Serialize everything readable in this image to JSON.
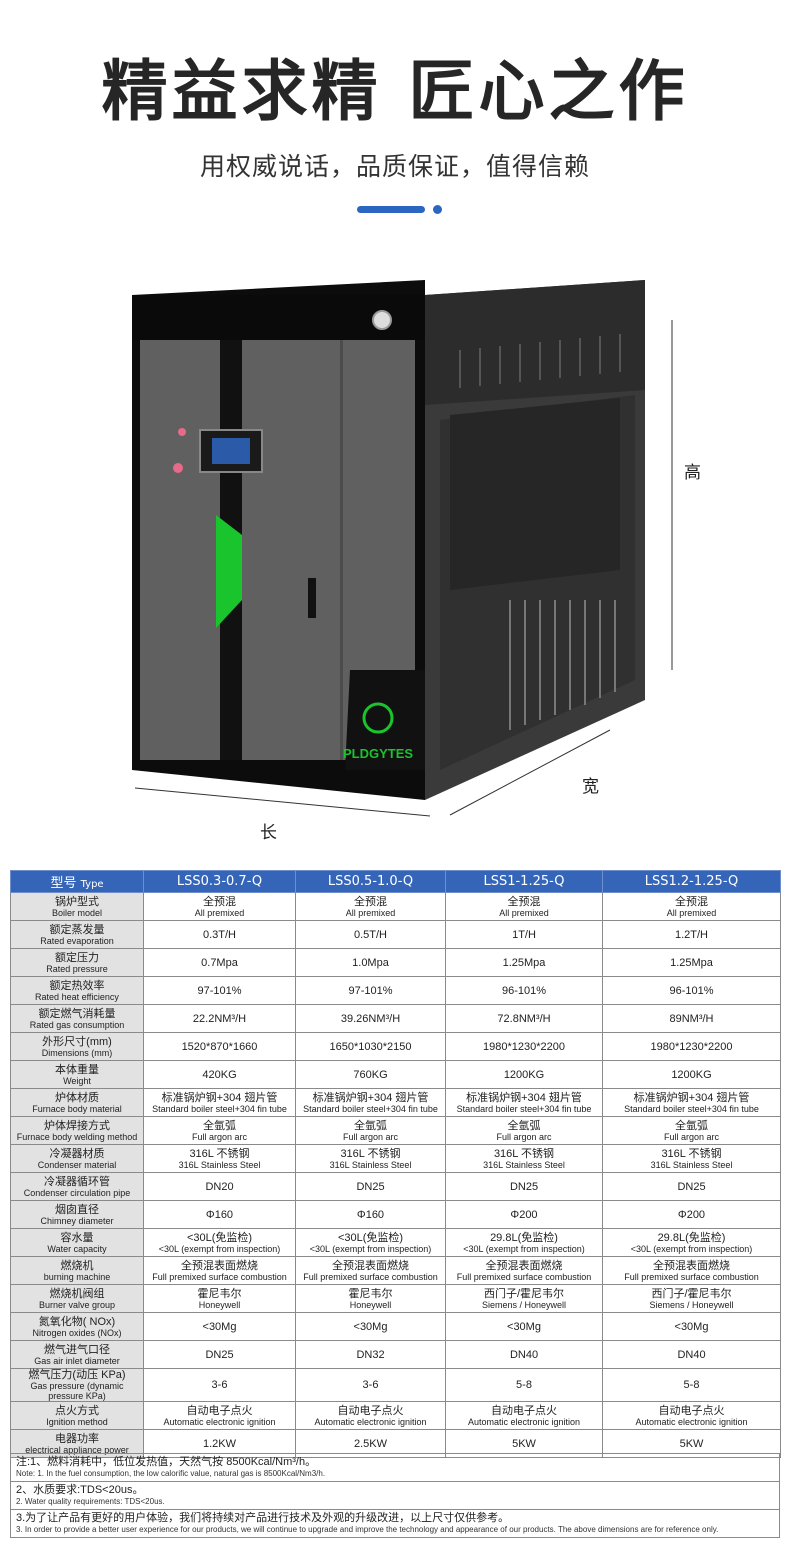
{
  "hero": {
    "title": "精益求精 匠心之作",
    "subtitle": "用权威说话，品质保证，值得信赖"
  },
  "product": {
    "brand": "PLDGYTES",
    "dim_height": "高",
    "dim_width": "宽",
    "dim_length": "长",
    "colors": {
      "body": "#5f5f5f",
      "frame": "#0c0c0c",
      "accent": "#19c42c",
      "side": "#3c3c3c"
    }
  },
  "table": {
    "header": {
      "label_zh": "型号",
      "label_en": "Type",
      "models": [
        "LSS0.3-0.7-Q",
        "LSS0.5-1.0-Q",
        "LSS1-1.25-Q",
        "LSS1.2-1.25-Q"
      ]
    },
    "rows": [
      {
        "zh": "锅炉型式",
        "en": "Boiler model",
        "cells": [
          [
            "全预混",
            "All premixed"
          ],
          [
            "全预混",
            "All premixed"
          ],
          [
            "全预混",
            "All premixed"
          ],
          [
            "全预混",
            "All premixed"
          ]
        ]
      },
      {
        "zh": "额定蒸发量",
        "en": "Rated evaporation",
        "cells": [
          [
            "0.3T/H",
            ""
          ],
          [
            "0.5T/H",
            ""
          ],
          [
            "1T/H",
            ""
          ],
          [
            "1.2T/H",
            ""
          ]
        ]
      },
      {
        "zh": "额定压力",
        "en": "Rated pressure",
        "cells": [
          [
            "0.7Mpa",
            ""
          ],
          [
            "1.0Mpa",
            ""
          ],
          [
            "1.25Mpa",
            ""
          ],
          [
            "1.25Mpa",
            ""
          ]
        ]
      },
      {
        "zh": "额定热效率",
        "en": "Rated heat efficiency",
        "cells": [
          [
            "97-101%",
            ""
          ],
          [
            "97-101%",
            ""
          ],
          [
            "96-101%",
            ""
          ],
          [
            "96-101%",
            ""
          ]
        ]
      },
      {
        "zh": "额定燃气消耗量",
        "en": "Rated gas consumption",
        "cells": [
          [
            "22.2NM³/H",
            ""
          ],
          [
            "39.26NM³/H",
            ""
          ],
          [
            "72.8NM³/H",
            ""
          ],
          [
            "89NM³/H",
            ""
          ]
        ]
      },
      {
        "zh": "外形尺寸(mm)",
        "en": "Dimensions (mm)",
        "cells": [
          [
            "1520*870*1660",
            ""
          ],
          [
            "1650*1030*2150",
            ""
          ],
          [
            "1980*1230*2200",
            ""
          ],
          [
            "1980*1230*2200",
            ""
          ]
        ]
      },
      {
        "zh": "本体重量",
        "en": "Weight",
        "cells": [
          [
            "420KG",
            ""
          ],
          [
            "760KG",
            ""
          ],
          [
            "1200KG",
            ""
          ],
          [
            "1200KG",
            ""
          ]
        ]
      },
      {
        "zh": "炉体材质",
        "en": "Furnace body material",
        "cells": [
          [
            "标准锅炉钢+304 翅片管",
            "Standard boiler steel+304 fin tube"
          ],
          [
            "标准锅炉钢+304 翅片管",
            "Standard boiler steel+304 fin tube"
          ],
          [
            "标准锅炉钢+304 翅片管",
            "Standard boiler steel+304 fin tube"
          ],
          [
            "标准锅炉钢+304 翅片管",
            "Standard boiler steel+304 fin tube"
          ]
        ]
      },
      {
        "zh": "炉体焊接方式",
        "en": "Furnace body welding method",
        "cells": [
          [
            "全氩弧",
            "Full argon arc"
          ],
          [
            "全氩弧",
            "Full argon arc"
          ],
          [
            "全氩弧",
            "Full argon arc"
          ],
          [
            "全氩弧",
            "Full argon arc"
          ]
        ]
      },
      {
        "zh": "冷凝器材质",
        "en": "Condenser material",
        "cells": [
          [
            "316L 不锈钢",
            "316L Stainless Steel"
          ],
          [
            "316L 不锈钢",
            "316L Stainless Steel"
          ],
          [
            "316L 不锈钢",
            "316L Stainless Steel"
          ],
          [
            "316L 不锈钢",
            "316L Stainless Steel"
          ]
        ]
      },
      {
        "zh": "冷凝器循环管",
        "en": "Condenser circulation pipe",
        "cells": [
          [
            "DN20",
            ""
          ],
          [
            "DN25",
            ""
          ],
          [
            "DN25",
            ""
          ],
          [
            "DN25",
            ""
          ]
        ]
      },
      {
        "zh": "烟囱直径",
        "en": "Chimney diameter",
        "cells": [
          [
            "Φ160",
            ""
          ],
          [
            "Φ160",
            ""
          ],
          [
            "Φ200",
            ""
          ],
          [
            "Φ200",
            ""
          ]
        ]
      },
      {
        "zh": "容水量",
        "en": "Water capacity",
        "cells": [
          [
            "<30L(免监检)",
            "<30L (exempt from inspection)"
          ],
          [
            "<30L(免监检)",
            "<30L (exempt from inspection)"
          ],
          [
            "29.8L(免监检)",
            "<30L (exempt from inspection)"
          ],
          [
            "29.8L(免监检)",
            "<30L (exempt from inspection)"
          ]
        ]
      },
      {
        "zh": "燃烧机",
        "en": "burning machine",
        "cells": [
          [
            "全预混表面燃烧",
            "Full premixed surface combustion"
          ],
          [
            "全预混表面燃烧",
            "Full premixed surface combustion"
          ],
          [
            "全预混表面燃烧",
            "Full premixed surface combustion"
          ],
          [
            "全预混表面燃烧",
            "Full premixed surface combustion"
          ]
        ]
      },
      {
        "zh": "燃烧机阀组",
        "en": "Burner valve group",
        "cells": [
          [
            "霍尼韦尔",
            "Honeywell"
          ],
          [
            "霍尼韦尔",
            "Honeywell"
          ],
          [
            "西门子/霍尼韦尔",
            "Siemens / Honeywell"
          ],
          [
            "西门子/霍尼韦尔",
            "Siemens / Honeywell"
          ]
        ]
      },
      {
        "zh": "氮氧化物( NOx)",
        "en": "Nitrogen oxides (NOx)",
        "cells": [
          [
            "<30Mg",
            ""
          ],
          [
            "<30Mg",
            ""
          ],
          [
            "<30Mg",
            ""
          ],
          [
            "<30Mg",
            ""
          ]
        ]
      },
      {
        "zh": "燃气进气口径",
        "en": "Gas air inlet diameter",
        "cells": [
          [
            "DN25",
            ""
          ],
          [
            "DN32",
            ""
          ],
          [
            "DN40",
            ""
          ],
          [
            "DN40",
            ""
          ]
        ]
      },
      {
        "zh": "燃气压力(动压 KPa)",
        "en": "Gas pressure (dynamic pressure KPa)",
        "cells": [
          [
            "3-6",
            ""
          ],
          [
            "3-6",
            ""
          ],
          [
            "5-8",
            ""
          ],
          [
            "5-8",
            ""
          ]
        ]
      },
      {
        "zh": "点火方式",
        "en": "Ignition method",
        "cells": [
          [
            "自动电子点火",
            "Automatic electronic ignition"
          ],
          [
            "自动电子点火",
            "Automatic electronic ignition"
          ],
          [
            "自动电子点火",
            "Automatic electronic ignition"
          ],
          [
            "自动电子点火",
            "Automatic electronic ignition"
          ]
        ]
      },
      {
        "zh": "电器功率",
        "en": "electrical appliance power",
        "cells": [
          [
            "1.2KW",
            ""
          ],
          [
            "2.5KW",
            ""
          ],
          [
            "5KW",
            ""
          ],
          [
            "5KW",
            ""
          ]
        ]
      }
    ],
    "notes": [
      {
        "zh": "注:1、燃料消耗中，低位发热值，天然气按 8500Kcal/Nm³/h。",
        "en": "Note: 1. In the fuel consumption, the low calorific value, natural gas is 8500Kcal/Nm3/h."
      },
      {
        "zh": "2、水质要求:TDS<20us。",
        "en": "2. Water quality requirements: TDS<20us."
      },
      {
        "zh": "3.为了让产品有更好的用户体验，我们将持续对产品进行技术及外观的升级改进，以上尺寸仅供参考。",
        "en": "3. In order to provide a better user experience for our products, we will continue to upgrade and improve the technology and appearance of our products. The above dimensions are for reference only."
      }
    ]
  }
}
